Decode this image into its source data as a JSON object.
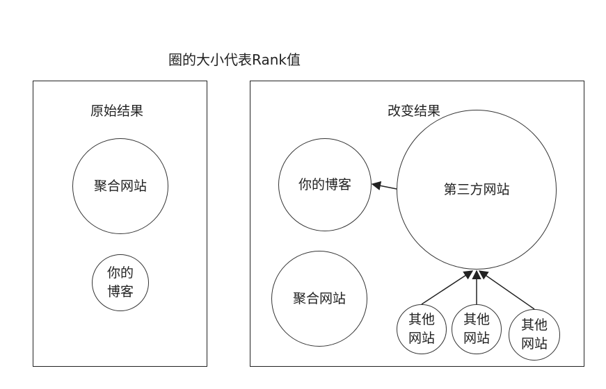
{
  "caption": "圈的大小代表Rank值",
  "panels": {
    "original": {
      "title": "原始结果",
      "nodes": {
        "aggregator": "聚合网站",
        "blog": "你的博客"
      }
    },
    "changed": {
      "title": "改变结果",
      "nodes": {
        "blog": "你的博客",
        "third_party": "第三方网站",
        "aggregator": "聚合网站",
        "other_1": "其他网站",
        "other_2": "其他网站",
        "other_3": "其他网站"
      }
    }
  },
  "edges": [
    {
      "from": "changed.third_party",
      "to": "changed.blog"
    },
    {
      "from": "changed.other_1",
      "to": "changed.third_party"
    },
    {
      "from": "changed.other_2",
      "to": "changed.third_party"
    },
    {
      "from": "changed.other_3",
      "to": "changed.third_party"
    }
  ]
}
